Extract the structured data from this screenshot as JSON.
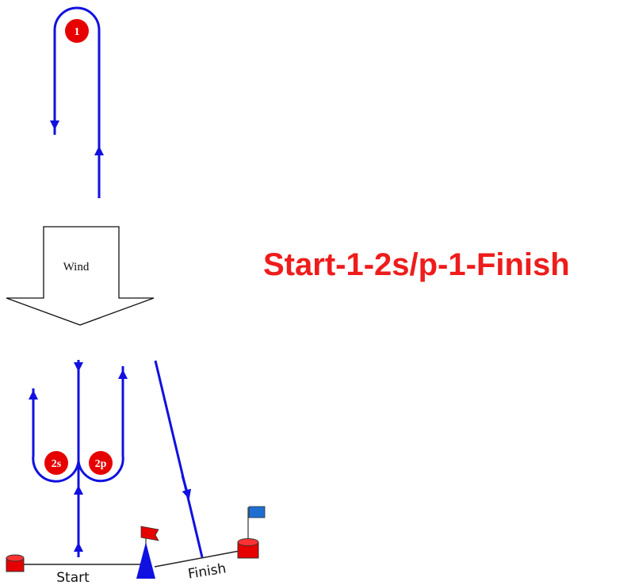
{
  "title": "Start-1-2s/p-1-Finish",
  "wind": {
    "label": "Wind"
  },
  "marks": {
    "windward": "1",
    "gate_starboard": "2s",
    "gate_port": "2p"
  },
  "lines": {
    "start": "Start",
    "finish": "Finish"
  },
  "colors": {
    "course": "#1010e0",
    "mark": "#e60000",
    "title": "#ee1c1c",
    "committee_boat": "#1010e0",
    "finish_flag": "#1e6fd0",
    "committee_flag": "#e60000"
  }
}
